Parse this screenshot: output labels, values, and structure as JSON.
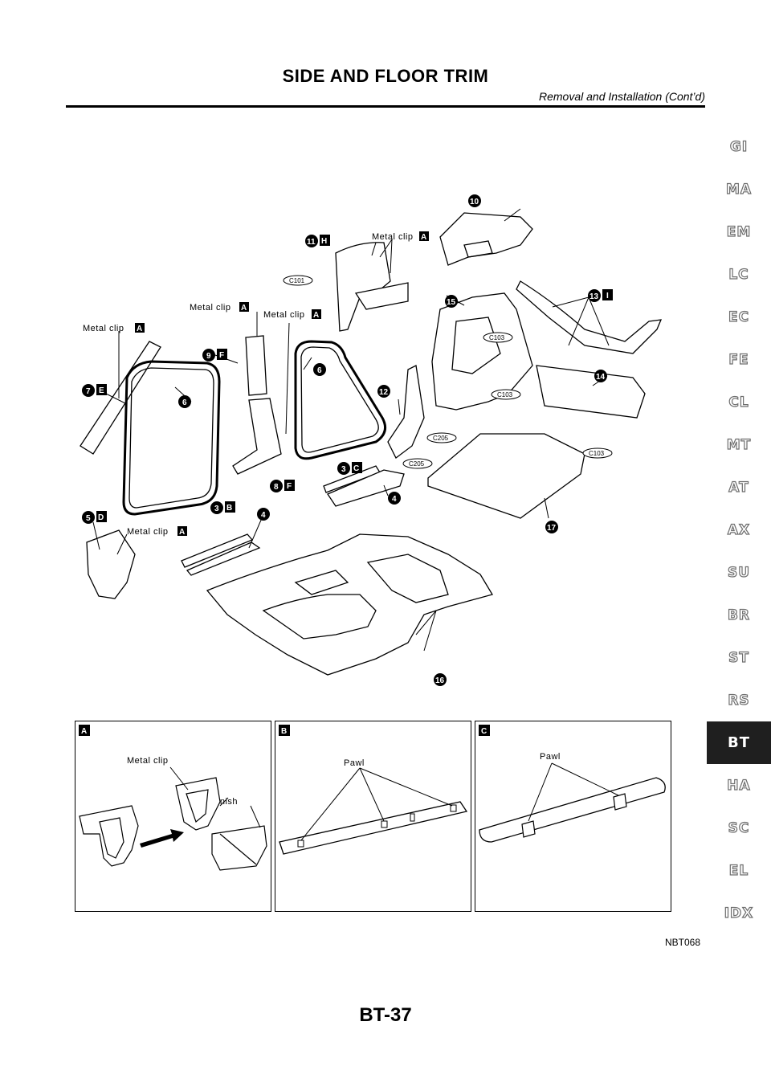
{
  "header": {
    "title": "SIDE AND FLOOR TRIM",
    "subtitle": "Removal and Installation (Cont’d)"
  },
  "side_tabs": [
    {
      "label": "GI",
      "active": false
    },
    {
      "label": "MA",
      "active": false
    },
    {
      "label": "EM",
      "active": false
    },
    {
      "label": "LC",
      "active": false
    },
    {
      "label": "EC",
      "active": false
    },
    {
      "label": "FE",
      "active": false
    },
    {
      "label": "CL",
      "active": false
    },
    {
      "label": "MT",
      "active": false
    },
    {
      "label": "AT",
      "active": false
    },
    {
      "label": "AX",
      "active": false
    },
    {
      "label": "SU",
      "active": false
    },
    {
      "label": "BR",
      "active": false
    },
    {
      "label": "ST",
      "active": false
    },
    {
      "label": "RS",
      "active": false
    },
    {
      "label": "BT",
      "active": true
    },
    {
      "label": "HA",
      "active": false
    },
    {
      "label": "SC",
      "active": false
    },
    {
      "label": "EL",
      "active": false
    },
    {
      "label": "IDX",
      "active": false
    }
  ],
  "diagram": {
    "metal_clip": "Metal clip",
    "connectors": {
      "c101": "C101",
      "c103": "C103",
      "c205": "C205"
    },
    "callouts": {
      "n3": "3",
      "n4": "4",
      "n5": "5",
      "n6": "6",
      "n7": "7",
      "n8": "8",
      "n9": "9",
      "n10": "10",
      "n11": "11",
      "n12": "12",
      "n13": "13",
      "n14": "14",
      "n15": "15",
      "n16": "16",
      "n17": "17"
    },
    "detail_letters": {
      "a": "A",
      "b": "B",
      "c": "C",
      "d": "D",
      "e": "E",
      "f": "F",
      "h": "H",
      "i": "I"
    }
  },
  "detail_panels": {
    "a": {
      "letter": "A",
      "metal_clip": "Metal clip",
      "garnish": "Garnish"
    },
    "b": {
      "letter": "B",
      "pawl": "Pawl"
    },
    "c": {
      "letter": "C",
      "pawl": "Pawl"
    }
  },
  "figure_ref": "NBT068",
  "page_number": "BT-37"
}
